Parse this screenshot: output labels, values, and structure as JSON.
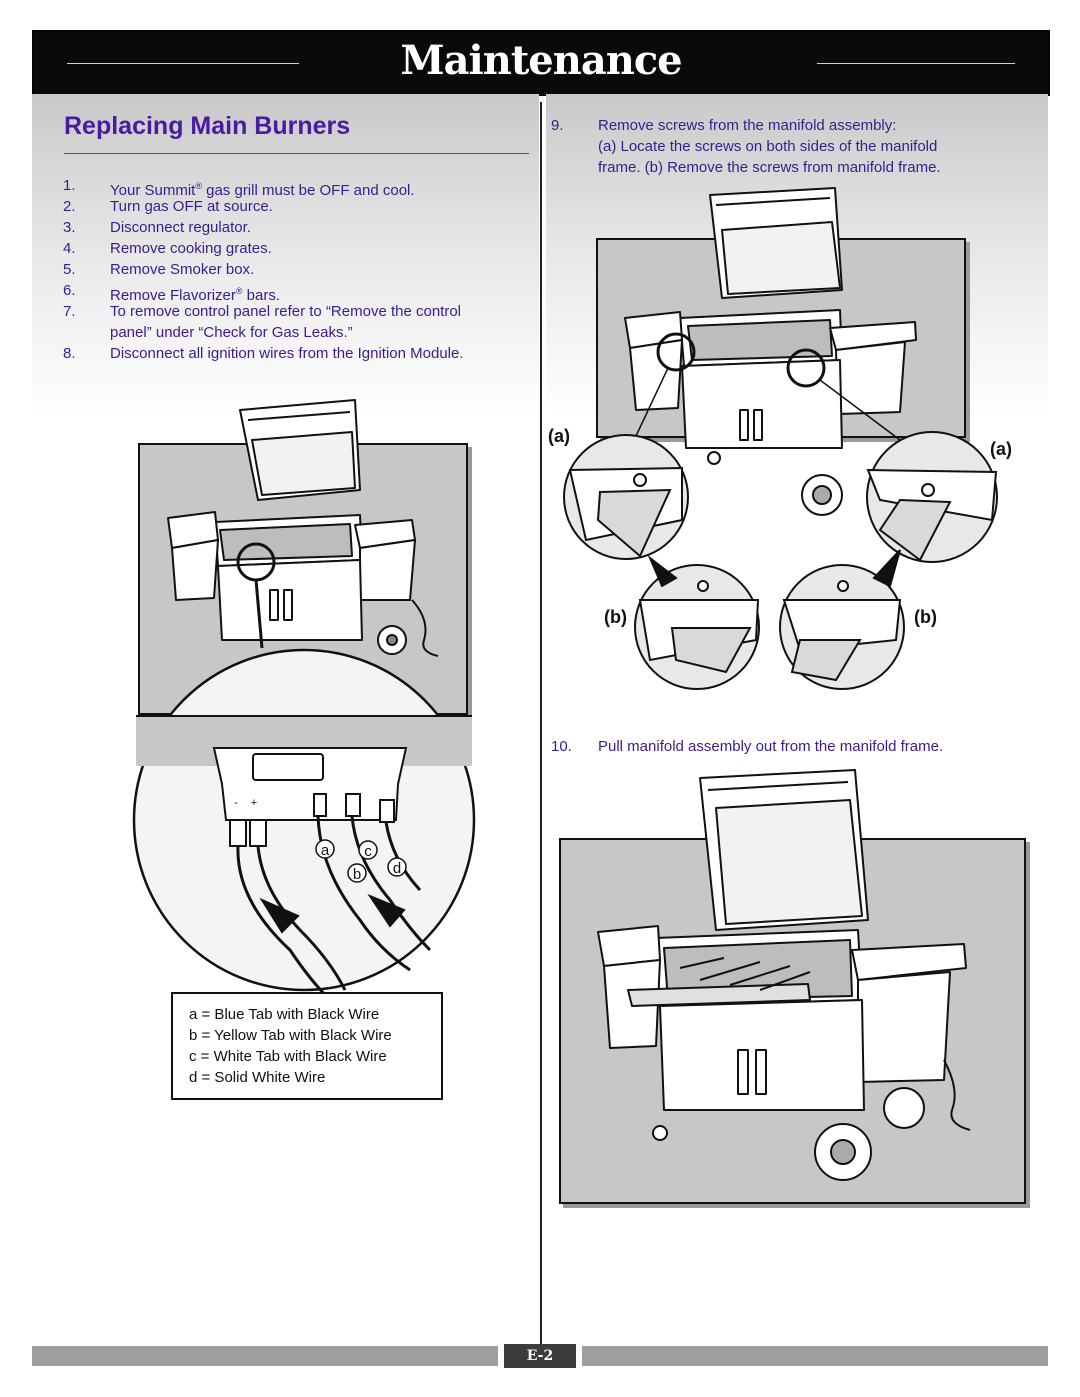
{
  "header": {
    "title": "Maintenance"
  },
  "section": {
    "title": "Replacing Main Burners"
  },
  "left_steps": [
    {
      "num": "1.",
      "text_a": "Your Summit",
      "sup": "®",
      "text_b": " gas grill must be OFF and cool."
    },
    {
      "num": "2.",
      "text": "Turn gas OFF at source."
    },
    {
      "num": "3.",
      "text": "Disconnect regulator."
    },
    {
      "num": "4.",
      "text": "Remove cooking grates."
    },
    {
      "num": "5.",
      "text": "Remove Smoker box."
    },
    {
      "num": "6.",
      "text_a": "Remove Flavorizer",
      "sup": "®",
      "text_b": " bars."
    },
    {
      "num": "7.",
      "line1": "To remove control panel refer to “Remove the control",
      "line2": "panel” under “Check for Gas Leaks.”"
    },
    {
      "num": "8.",
      "text": "Disconnect all ignition wires from the Ignition Module."
    }
  ],
  "right_steps": {
    "step9": {
      "num": "9.",
      "line1": "Remove screws from the manifold assembly:",
      "line2": "(a) Locate the screws on both sides of the manifold",
      "line3": "frame. (b) Remove the screws from manifold frame."
    },
    "step10": {
      "num": "10.",
      "text": "Pull manifold assembly out from the manifold frame."
    }
  },
  "wire_labels": {
    "a": "a",
    "b": "b",
    "c": "c",
    "d": "d",
    "minus": "-",
    "plus": "+"
  },
  "callouts": {
    "a": "(a)",
    "b": "(b)"
  },
  "legend": [
    "a = Blue Tab with Black Wire",
    "b = Yellow Tab with Black Wire",
    "c = White Tab with Black Wire",
    "d = Solid White Wire"
  ],
  "footer": {
    "page": "E-2"
  },
  "colors": {
    "heading": "#4a1aa0",
    "body_text": "#3a1c8e",
    "banner": "#0a0a0a",
    "panel": "#c7c7c7"
  }
}
